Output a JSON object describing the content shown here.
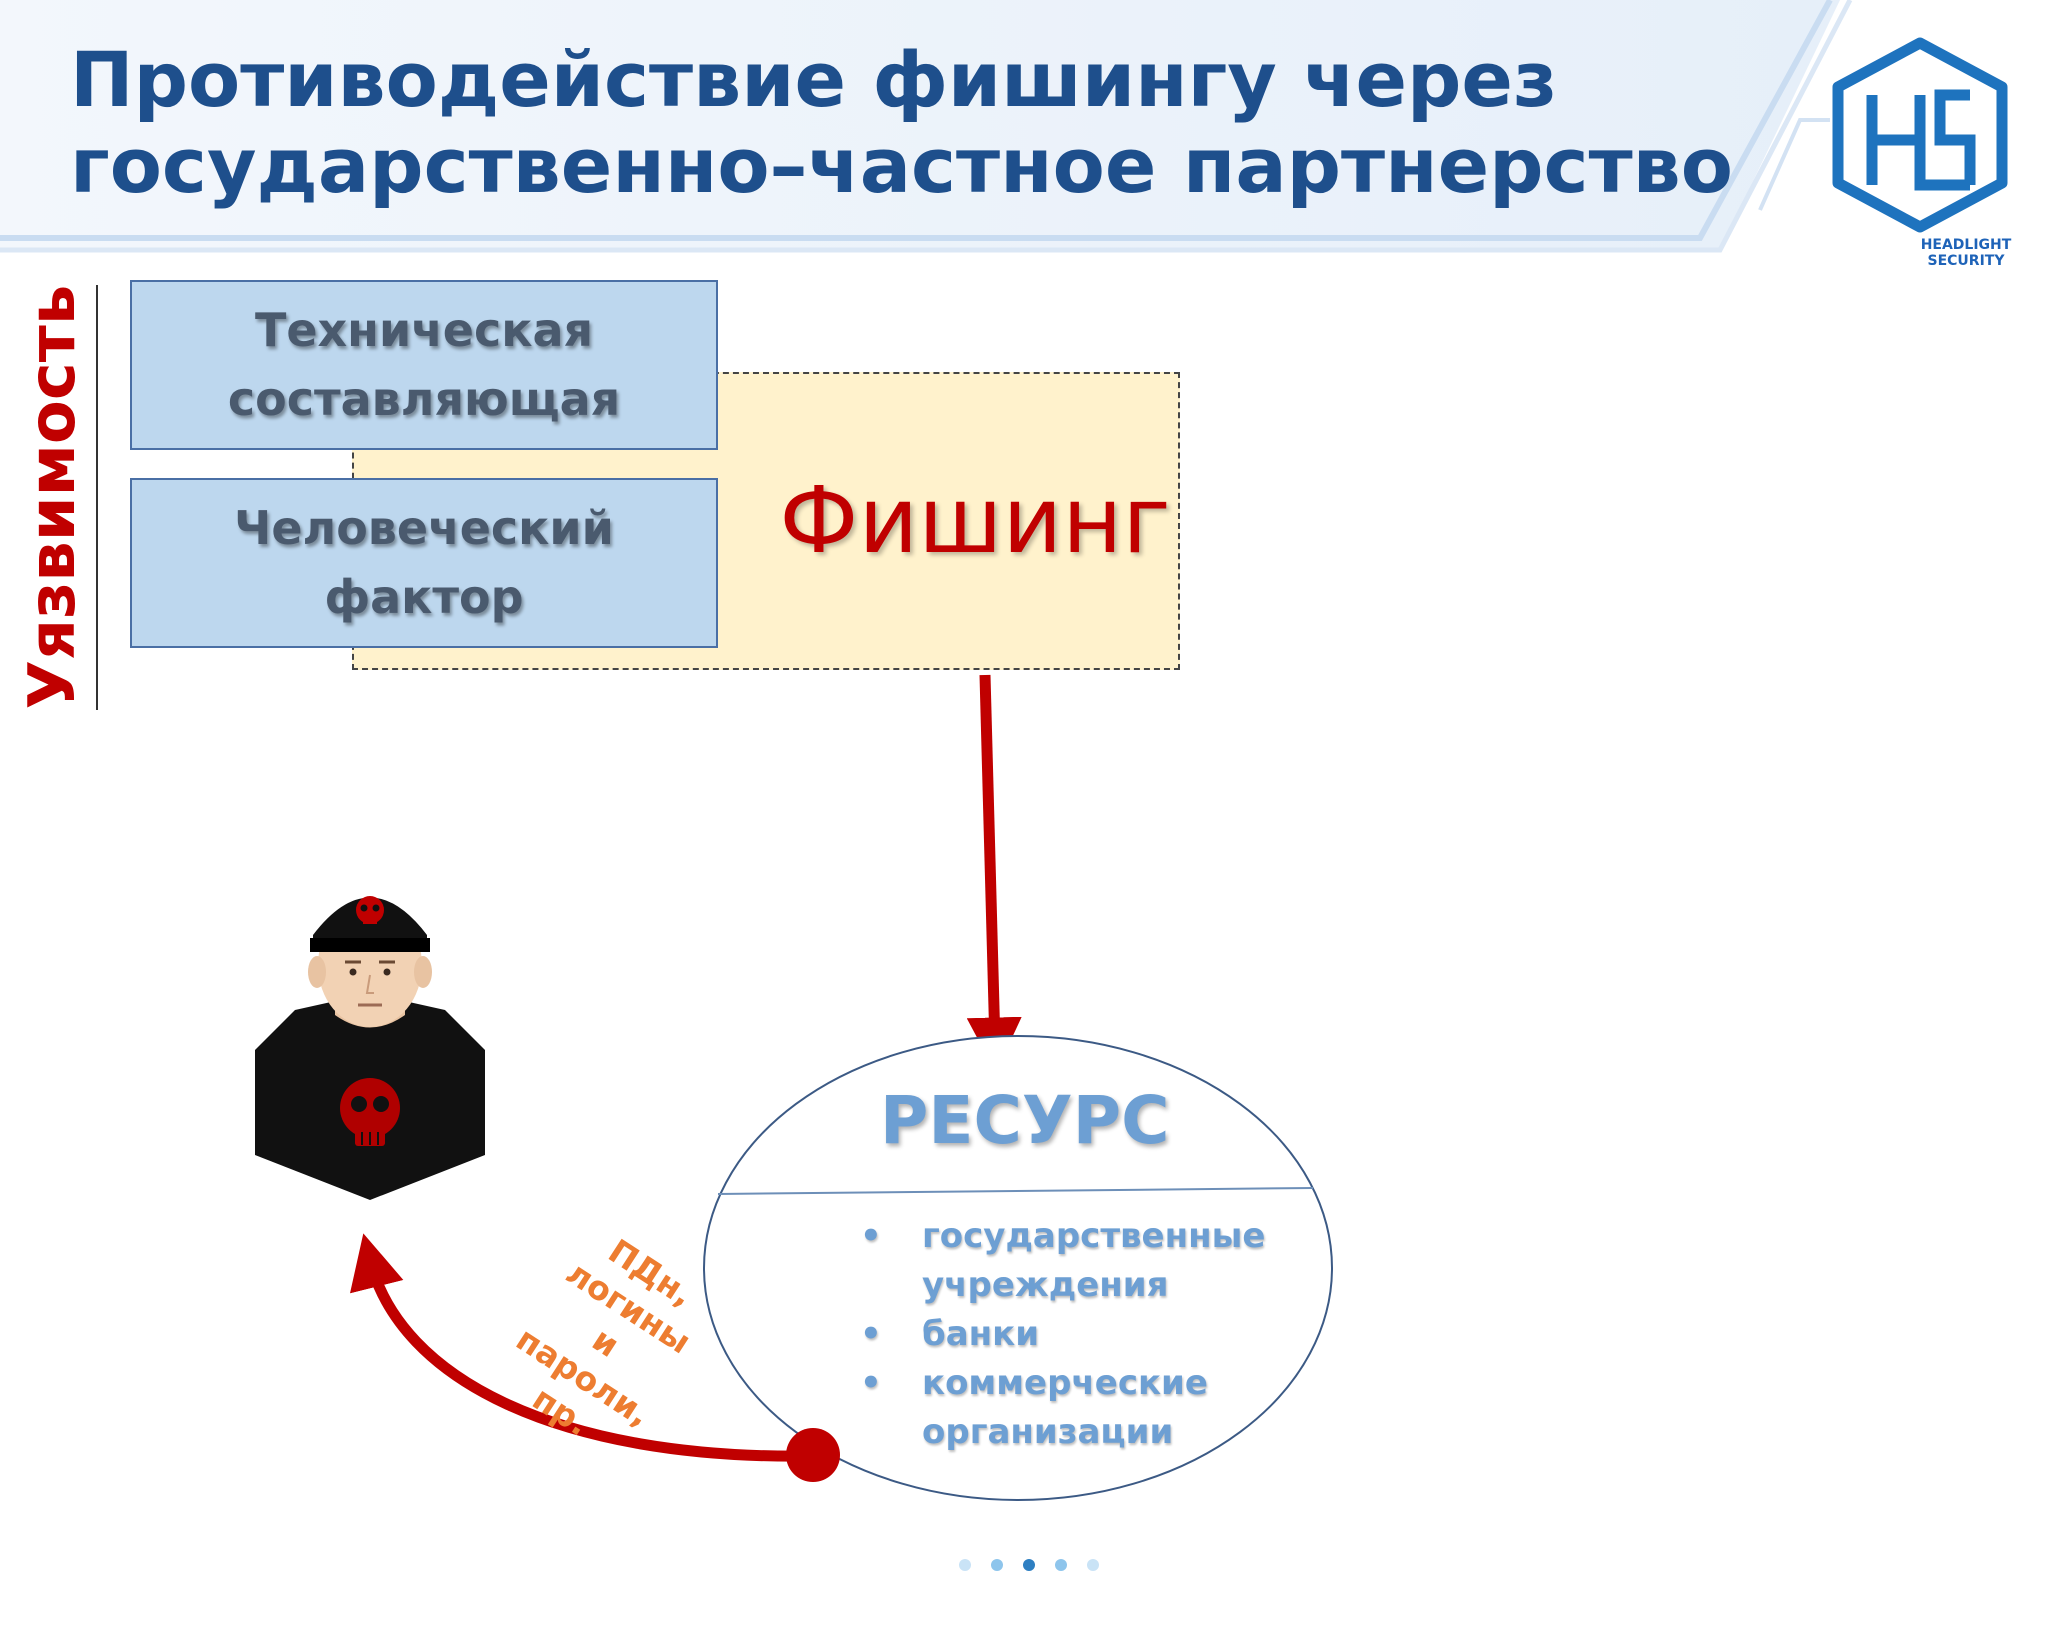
{
  "header": {
    "title_line1": "Противодействие фишингу через",
    "title_line2": "государственно–частное партнерство"
  },
  "logo": {
    "icon": "hls-hexagon-logo",
    "text_line1": "HEADLIGHT",
    "text_line2": "SECURITY"
  },
  "vulnerability": {
    "label": "Уязвимость",
    "components": [
      "Техническая\nсоставляющая",
      "Человеческий\nфактор"
    ]
  },
  "phishing": {
    "label": "Фишинг"
  },
  "resource": {
    "title": "РЕСУРС",
    "items": [
      "государственные\nучреждения",
      "банки",
      "коммерческие\nорганизации"
    ]
  },
  "data_flow": {
    "label": "ПДн, логины и\nпароли, пр."
  },
  "attacker": {
    "icon": "hacker-avatar-icon"
  },
  "pager": {
    "dots": 5,
    "active_index": 2
  },
  "colors": {
    "title": "#1e4f8c",
    "accent_red": "#c00000",
    "arrow_red": "#c00000",
    "box_blue": "#bdd7ee",
    "phishing_box": "#fff2cc",
    "resource_text": "#6d9fd3",
    "data_label": "#ed7d31"
  }
}
